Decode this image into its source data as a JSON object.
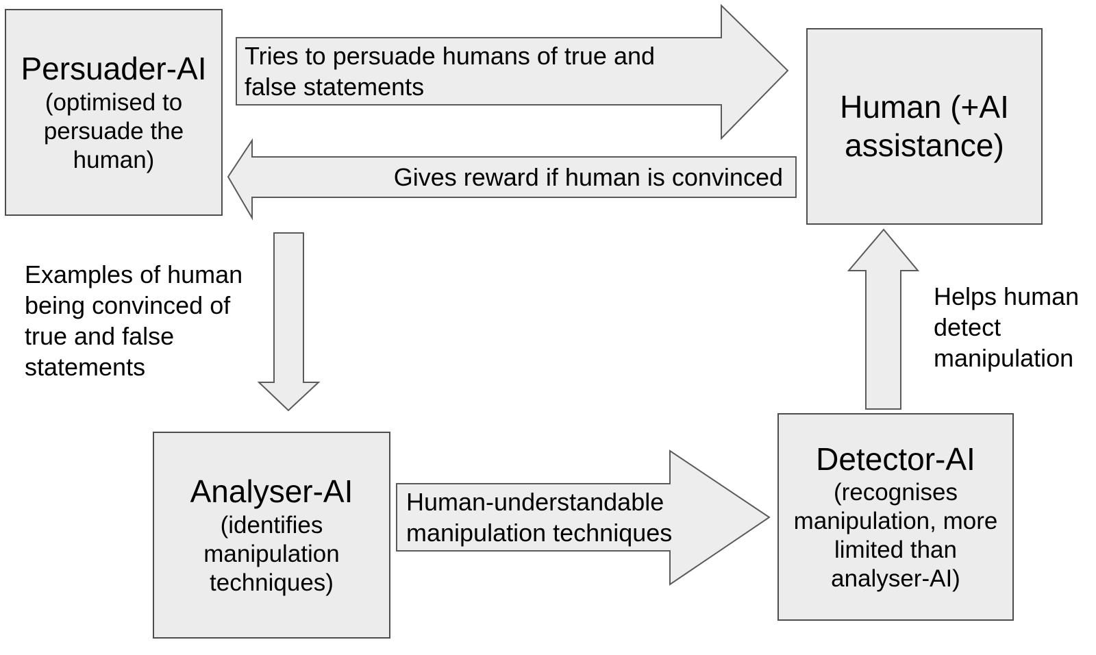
{
  "colors": {
    "background": "#ffffff",
    "shape_fill": "#ededed",
    "box_fill": "#ececec",
    "shape_border": "#5a5a5a",
    "box_border": "#4d4d4d",
    "text": "#000000"
  },
  "boxes": {
    "persuader": {
      "title": "Persuader-AI",
      "subtitle_lines": [
        "(optimised to",
        "persuade the",
        "human)"
      ]
    },
    "human": {
      "title_lines": [
        "Human (+AI",
        "assistance)"
      ]
    },
    "analyser": {
      "title": "Analyser-AI",
      "subtitle_lines": [
        "(identifies",
        "manipulation",
        "techniques)"
      ]
    },
    "detector": {
      "title": "Detector-AI",
      "subtitle_lines": [
        "(recognises",
        "manipulation, more",
        "limited than",
        "analyser-AI)"
      ]
    }
  },
  "arrows": {
    "persuader_to_human": {
      "direction": "right",
      "label_lines": [
        "Tries to persuade humans of true and",
        "false statements"
      ]
    },
    "human_to_persuader": {
      "direction": "left",
      "label": "Gives reward if human is convinced"
    },
    "persuader_to_analyser": {
      "direction": "down",
      "label_lines": [
        "Examples of human",
        "being convinced of",
        "true and false",
        "statements"
      ]
    },
    "analyser_to_detector": {
      "direction": "right",
      "label_lines": [
        "Human-understandable",
        "manipulation techniques"
      ]
    },
    "detector_to_human": {
      "direction": "up",
      "label_lines": [
        "Helps human",
        "detect",
        "manipulation"
      ]
    }
  }
}
